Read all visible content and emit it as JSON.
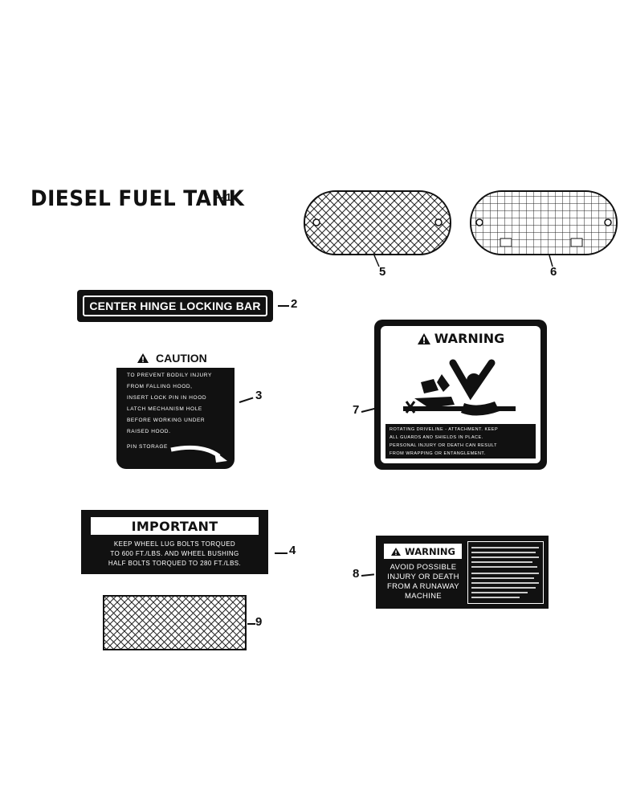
{
  "title": {
    "text": "DIESEL FUEL TANK",
    "callout": "1"
  },
  "decal_2": {
    "text": "CENTER HINGE LOCKING BAR",
    "callout": "2"
  },
  "decal_3": {
    "heading": "CAUTION",
    "lines": [
      "TO PREVENT BODILY INJURY",
      "FROM FALLING HOOD,",
      "INSERT LOCK PIN IN HOOD",
      "LATCH MECHANISM HOLE",
      "BEFORE WORKING UNDER",
      "RAISED HOOD."
    ],
    "pin_storage": "PIN STORAGE",
    "callout": "3"
  },
  "decal_4": {
    "heading": "IMPORTANT",
    "lines": [
      "KEEP WHEEL LUG BOLTS TORQUED",
      "TO 600 FT./LBS. AND WHEEL BUSHING",
      "HALF BOLTS TORQUED TO 280 FT./LBS."
    ],
    "callout": "4"
  },
  "grille_5": {
    "callout": "5"
  },
  "grille_6": {
    "callout": "6"
  },
  "decal_7": {
    "heading": "WARNING",
    "lines": [
      "ROTATING DRIVELINE - ATTACHMENT. KEEP",
      "ALL GUARDS AND SHIELDS IN PLACE.",
      "PERSONAL INJURY OR DEATH CAN RESULT",
      "FROM WRAPPING OR ENTANGLEMENT."
    ],
    "callout": "7"
  },
  "decal_8": {
    "heading": "WARNING",
    "lines": [
      "AVOID POSSIBLE",
      "INJURY OR DEATH",
      "FROM A RUNAWAY",
      "MACHINE"
    ],
    "callout": "8"
  },
  "grille_9": {
    "callout": "9"
  },
  "icons": {
    "warning": "warning-triangle-icon"
  }
}
